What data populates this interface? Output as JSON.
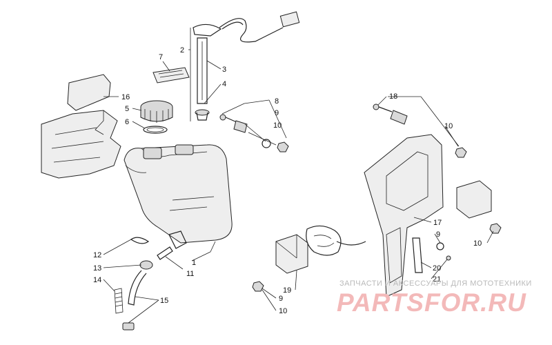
{
  "callouts": [
    "1",
    "2",
    "3",
    "4",
    "5",
    "6",
    "7",
    "8",
    "9",
    "10",
    "11",
    "12",
    "13",
    "14",
    "15",
    "16",
    "17",
    "18",
    "19",
    "20",
    "21",
    "9",
    "10",
    "10",
    "10"
  ],
  "watermark": {
    "text": "ЗАПЧАСТИ И АКСЕССУАРЫ ДЛЯ МОТОТЕХНИКИ",
    "logo": "PARTSFOR.RU"
  }
}
